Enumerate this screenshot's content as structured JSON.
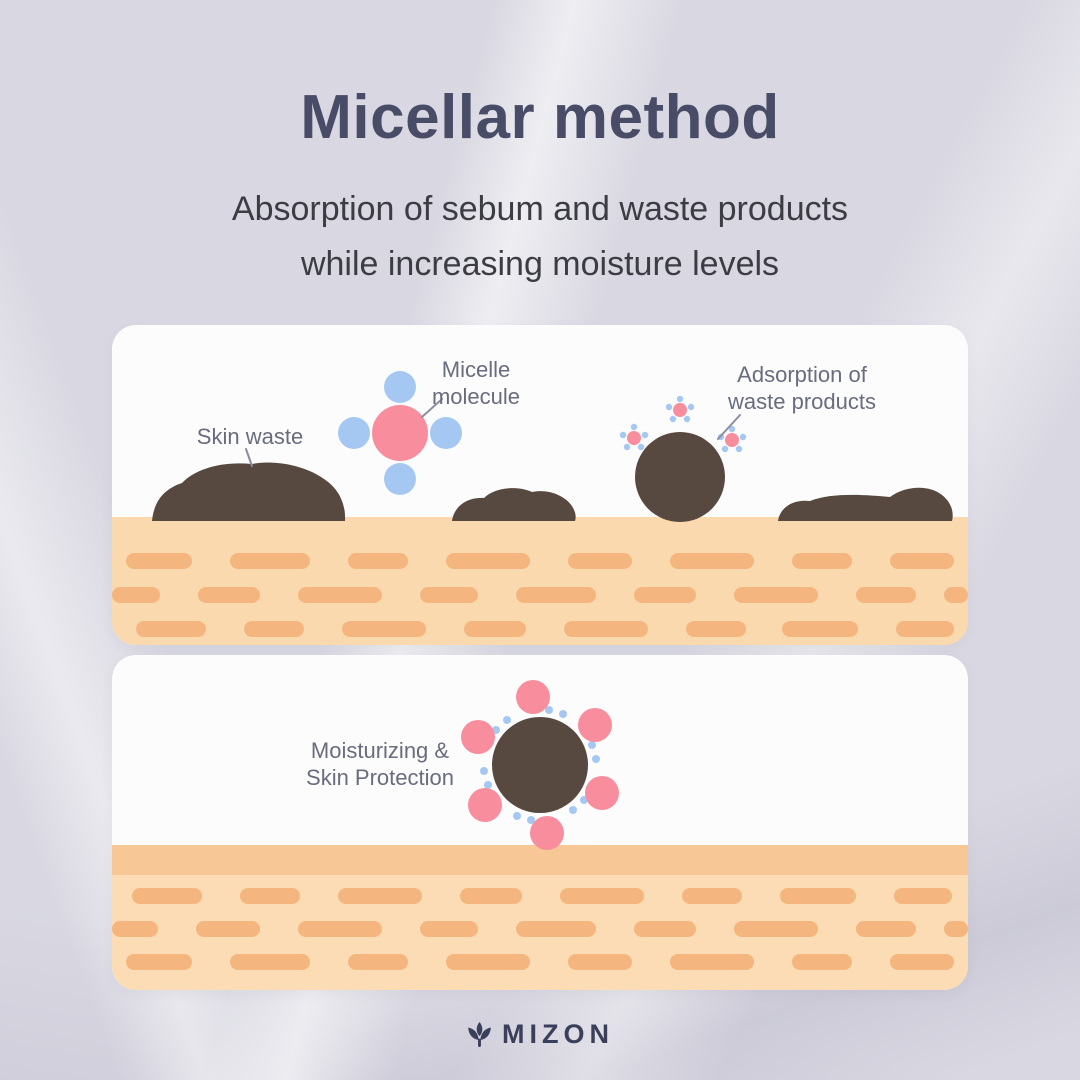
{
  "header": {
    "title": "Micellar method",
    "subtitle_line1": "Absorption of sebum and waste products",
    "subtitle_line2": "while increasing moisture levels"
  },
  "panel_absorption": {
    "label_micelle_line1": "Micelle",
    "label_micelle_line2": "molecule",
    "label_skin_waste": "Skin waste",
    "label_adsorption_line1": "Adsorption of",
    "label_adsorption_line2": "waste products"
  },
  "panel_moisturizing": {
    "label_line1": "Moisturizing &",
    "label_line2": "Skin Protection"
  },
  "footer": {
    "brand": "MIZON",
    "icon": "mizon-leaf-icon"
  },
  "colors": {
    "background": "#d9d8e2",
    "title_text": "#494c67",
    "subtitle_text": "#3c3c43",
    "label_text": "#696c7e",
    "panel_background": "#fcfcfd",
    "skin_light": "#fbd9ae",
    "skin_band": "#f7c795",
    "skin_dash": "#f4b67e",
    "waste_brown": "#57493f",
    "micelle_pink": "#f88e9d",
    "micelle_blue": "#a5c8f3",
    "pointer_line": "#8b8e9e",
    "brand_navy": "#3a3f5b"
  }
}
